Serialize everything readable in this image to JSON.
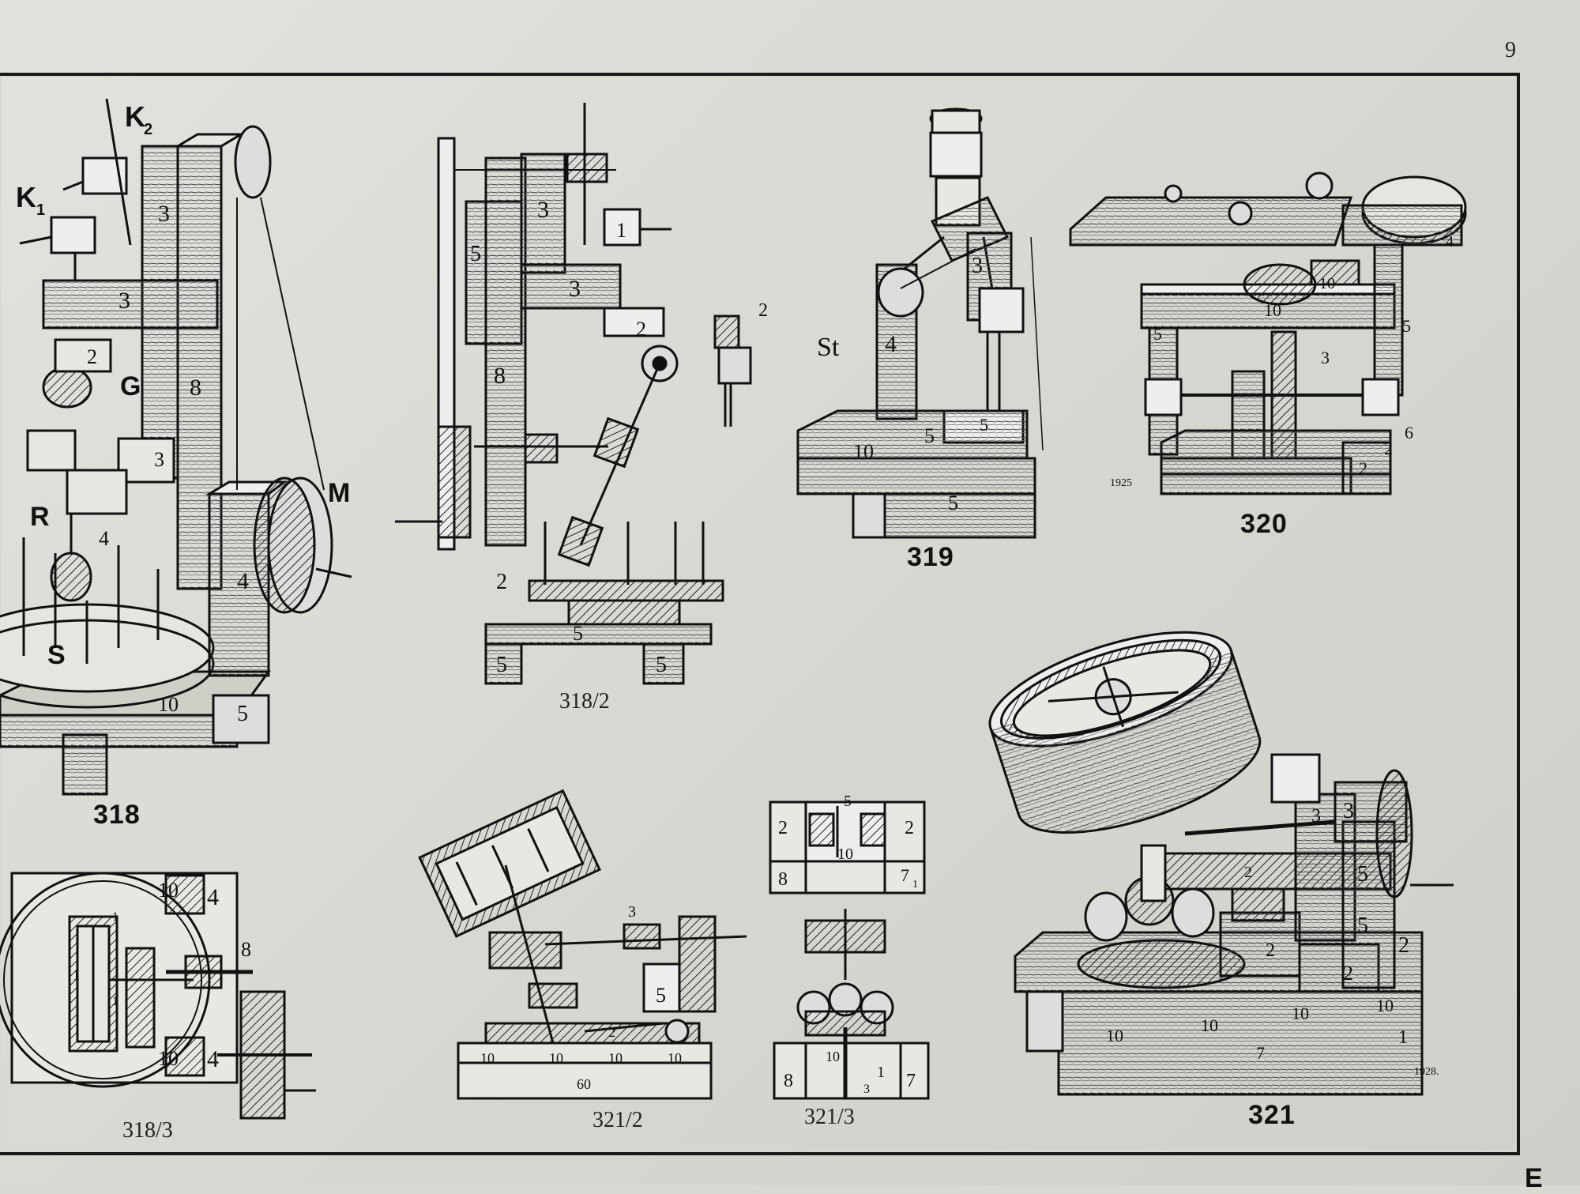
{
  "page": {
    "number": "9",
    "corner_mark": "E"
  },
  "figures": {
    "f318": {
      "label": "318",
      "parts": {
        "k1": "K",
        "k1_sub": "1",
        "k2": "K",
        "k2_sub": "2",
        "g": "G",
        "r": "R",
        "m": "M",
        "s": "S",
        "n3a": "3",
        "n3b": "3",
        "n8": "8",
        "n2": "2",
        "n3c": "3",
        "n4a": "4",
        "n4b": "4",
        "n10": "10",
        "n5": "5"
      }
    },
    "f318_2": {
      "label": "318/2",
      "parts": {
        "n3a": "3",
        "n1": "1",
        "n5a": "5",
        "n3b": "3",
        "n2a": "2",
        "n2b": "2",
        "n8": "8",
        "n2c": "2",
        "n5b": "5",
        "n5c": "5",
        "n5d": "5"
      }
    },
    "f318_3": {
      "label": "318/3",
      "parts": {
        "n10a": "10",
        "n4a": "4",
        "n8": "8",
        "n10b": "10",
        "n4b": "4",
        "n1a": "1",
        "n1b": "1",
        "n1c": "1"
      }
    },
    "f319": {
      "label": "319",
      "parts": {
        "st": "St",
        "n4": "4",
        "n3": "3",
        "n5a": "5",
        "n10": "10",
        "n5b": "5",
        "n5c": "5"
      }
    },
    "f320": {
      "label": "320",
      "parts": {
        "n10a": "10",
        "n10b": "10",
        "n5a": "5",
        "n5b": "5",
        "n3": "3",
        "n2a": "2",
        "n2b": "2",
        "n6": "6",
        "n4": "4",
        "year": "1925"
      }
    },
    "f321": {
      "label": "321",
      "parts": {
        "n3a": "3",
        "n3b": "3",
        "n5a": "5",
        "n5b": "5",
        "n2a": "2",
        "n2b": "2",
        "n2c": "2",
        "n2d": "2",
        "n10a": "10",
        "n10b": "10",
        "n10c": "10",
        "n10d": "10",
        "n1": "1",
        "n7": "7",
        "year": "1928."
      }
    },
    "f321_2": {
      "label": "321/2",
      "parts": {
        "n3": "3",
        "n5": "5",
        "n10a": "10",
        "n10b": "10",
        "n10c": "10",
        "n10d": "10",
        "n2": "2",
        "n60": "60"
      }
    },
    "f321_3": {
      "label": "321/3",
      "parts": {
        "n5": "5",
        "n2a": "2",
        "n2b": "2",
        "n10a": "10",
        "n8a": "8",
        "n7a": "7",
        "n7a_sub": "1",
        "n8b": "8",
        "n10b": "10",
        "n1": "1",
        "n3": "3",
        "n7b": "7"
      }
    }
  }
}
